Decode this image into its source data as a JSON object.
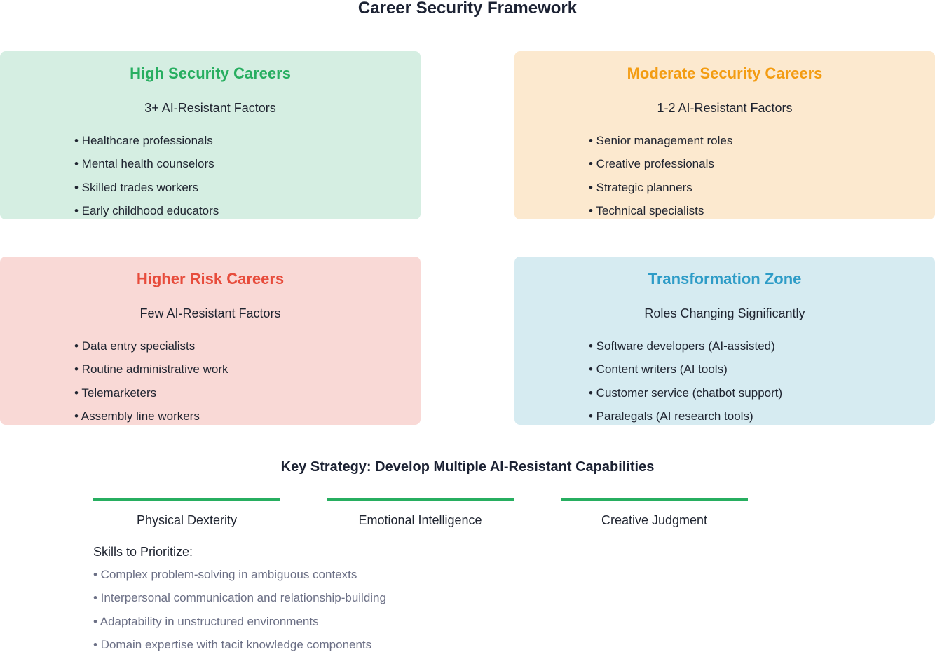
{
  "title": "Career Security Framework",
  "quadrants": [
    {
      "title": "High Security Careers",
      "subtitle": "3+ AI-Resistant Factors",
      "title_color": "#27ae60",
      "bg_color": "#d5eee2",
      "items": [
        "• Healthcare professionals",
        "• Mental health counselors",
        "• Skilled trades workers",
        "• Early childhood educators"
      ]
    },
    {
      "title": "Moderate Security Careers",
      "subtitle": "1-2 AI-Resistant Factors",
      "title_color": "#f39c12",
      "bg_color": "#fce9cf",
      "items": [
        "• Senior management roles",
        "• Creative professionals",
        "• Strategic planners",
        "• Technical specialists"
      ]
    },
    {
      "title": "Higher Risk Careers",
      "subtitle": "Few AI-Resistant Factors",
      "title_color": "#e74c3c",
      "bg_color": "#f9d9d6",
      "items": [
        "• Data entry specialists",
        "• Routine administrative work",
        "• Telemarketers",
        "• Assembly line workers"
      ]
    },
    {
      "title": "Transformation Zone",
      "subtitle": "Roles Changing Significantly",
      "title_color": "#2e9cc7",
      "bg_color": "#d6ebf1",
      "items": [
        "• Software developers (AI-assisted)",
        "• Content writers (AI tools)",
        "• Customer service (chatbot support)",
        "• Paralegals (AI research tools)"
      ]
    }
  ],
  "strategy": {
    "title": "Key Strategy: Develop Multiple AI-Resistant Capabilities",
    "bar_color": "#27ae60",
    "capabilities": [
      "Physical Dexterity",
      "Emotional Intelligence",
      "Creative Judgment"
    ]
  },
  "skills": {
    "heading": "Skills to Prioritize:",
    "items": [
      "• Complex problem-solving in ambiguous contexts",
      "• Interpersonal communication and relationship-building",
      "• Adaptability in unstructured environments",
      "• Domain expertise with tacit knowledge components"
    ]
  }
}
